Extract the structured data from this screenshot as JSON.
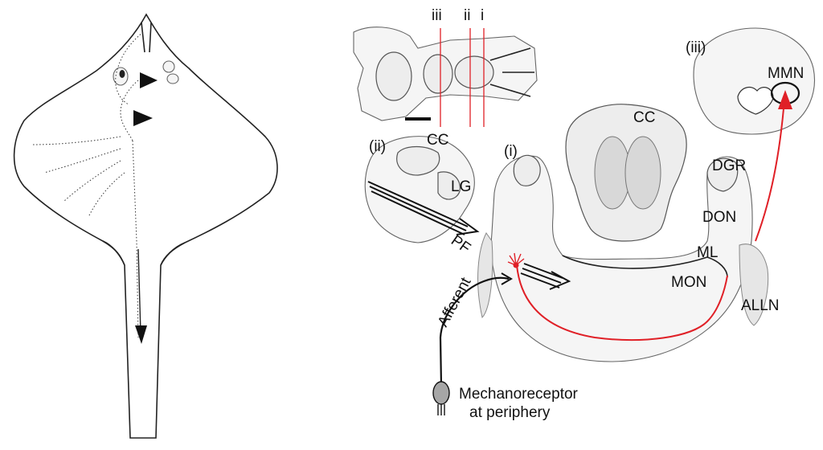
{
  "labels": {
    "cut_iii": "iii",
    "cut_ii": "ii",
    "cut_i": "i",
    "panel_ii": "(ii)",
    "panel_i": "(i)",
    "panel_iii": "(iii)",
    "cc_small": "CC",
    "cc_main": "CC",
    "lg": "LG",
    "pf": "PF",
    "dgr": "DGR",
    "don": "DON",
    "ml": "ML",
    "mon": "MON",
    "alln": "ALLN",
    "mmn": "MMN",
    "afferent": "Afferent",
    "mechanoreceptor_line1": "Mechanoreceptor",
    "mechanoreceptor_line2": "at periphery"
  },
  "colors": {
    "pathway_red": "#e02027",
    "ink": "#111111",
    "receptor_fill": "#a6a6a6",
    "tissue_shade": "#ededed"
  }
}
